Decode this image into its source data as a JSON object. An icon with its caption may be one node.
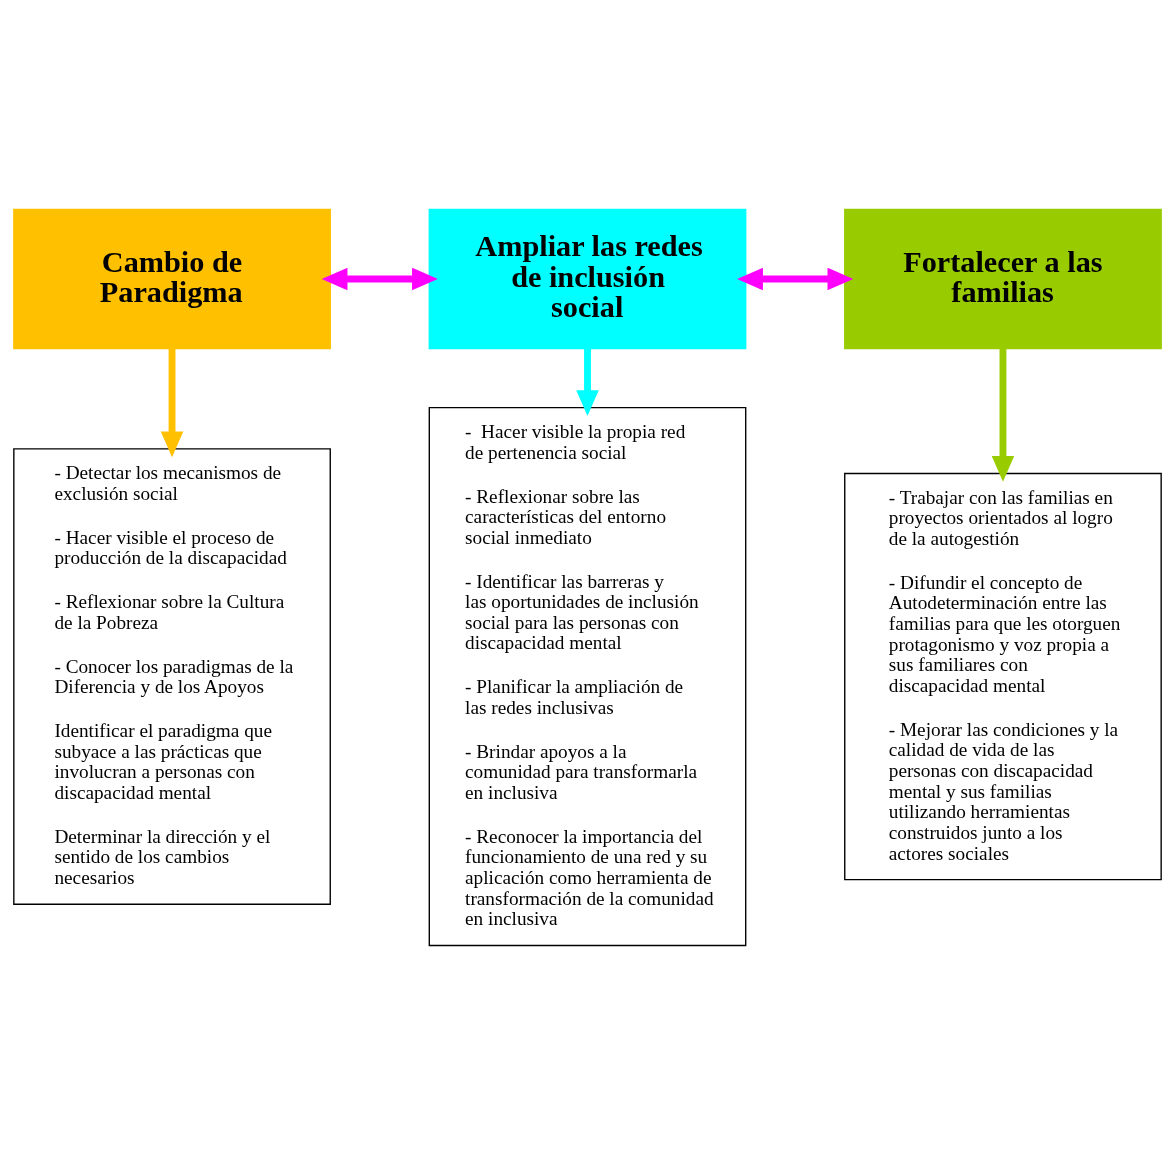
{
  "diagram": {
    "nodes": [
      {
        "text": [
          "Cambio de Paradigma"
        ]
      },
      {
        "text": [
          "Ampliar las redes de inclusión social"
        ]
      },
      {
        "text": [
          "Fortalecer a las familias"
        ]
      },
      {
        "text": [
          "- Detectar los mecanismos de exclusión social",
          "- Hacer visible el proceso de producción de la discapacidad",
          "- Reflexionar sobre la Cultura de la Pobreza",
          "- Conocer los paradigmas de la Diferencia y de los Apoyos",
          "Identificar el paradigma que subyace a las prácticas que involucran a personas con discapacidad mental",
          "Determinar la dirección y el sentido de los cambios necesarios"
        ]
      },
      {
        "text": [
          "-  Hacer visible la propia red de pertenencia social",
          "- Reflexionar sobre las características del entorno social inmediato",
          "- Identificar las barreras y las oportunidades de inclusión social para las personas con discapacidad mental",
          "- Planificar la ampliación de las redes inclusivas",
          "- Brindar apoyos a la comunidad para transformarla en inclusiva",
          "- Reconocer la importancia del funcionamiento de una red y su aplicación como herramienta de transformación de la comunidad en inclusiva"
        ]
      },
      {
        "text": [
          "- Trabajar con las familias en proyectos orientados al logro de la autogestión",
          "- Difundir el concepto de Autodeterminación entre las familias para que les otorguen protagonismo y voz propia a sus familiares con discapacidad mental",
          "- Mejorar las condiciones y la calidad de vida de las personas con discapacidad mental y sus familias utilizando herramientas construidos junto a los actores sociales"
        ]
      }
    ],
    "edges": [
      {
        "from": 0,
        "to": 1,
        "arrow": "both",
        "color": "#ff00ff"
      },
      {
        "from": 1,
        "to": 2,
        "arrow": "both",
        "color": "#ff00ff"
      },
      {
        "from": 0,
        "to": 3,
        "arrow": "to",
        "color": "#ffc000"
      },
      {
        "from": 1,
        "to": 4,
        "arrow": "to",
        "color": "#00ffff"
      },
      {
        "from": 2,
        "to": 5,
        "arrow": "to",
        "color": "#99cc00"
      }
    ]
  }
}
